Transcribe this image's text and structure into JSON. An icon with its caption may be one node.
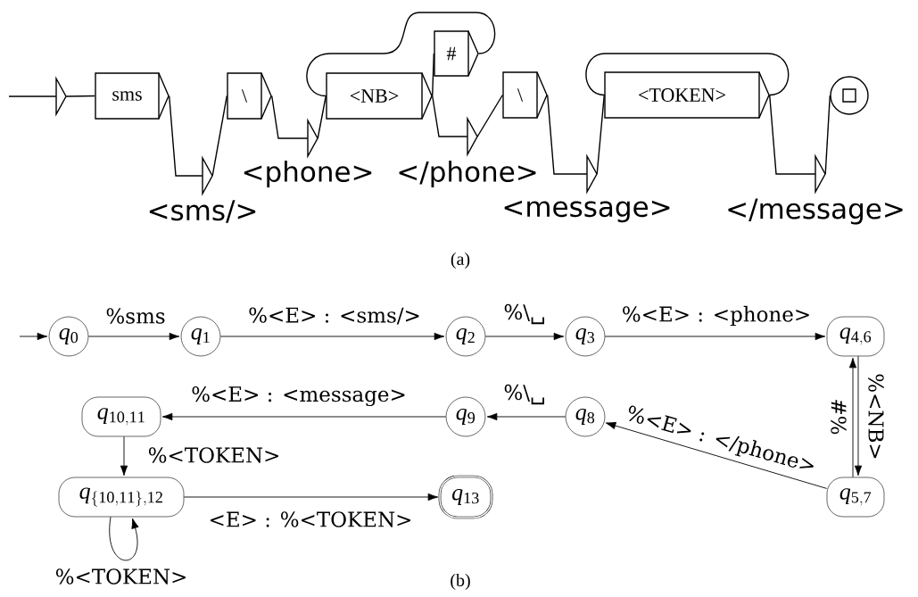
{
  "diagram": {
    "nodes": [
      {
        "text": [],
        "shape": "triangle"
      },
      {
        "text": [
          "sms"
        ]
      },
      {
        "text": [
          "<sms/>"
        ]
      },
      {
        "text": [
          "\\"
        ]
      },
      {
        "text": [
          "<phone>"
        ]
      },
      {
        "text": [
          "<NB>"
        ]
      },
      {
        "text": [
          "#"
        ]
      },
      {
        "text": [
          "</phone>"
        ]
      },
      {
        "text": [
          "\\"
        ]
      },
      {
        "text": [
          "<message>"
        ]
      },
      {
        "text": [
          "<TOKEN>"
        ]
      },
      {
        "text": [
          "</message>"
        ]
      },
      {
        "text": [],
        "shape": "circle"
      },
      {
        "text": [
          "q_{0}"
        ]
      },
      {
        "text": [
          "q_{1}"
        ]
      },
      {
        "text": [
          "q_{2}"
        ]
      },
      {
        "text": [
          "q_{3}"
        ]
      },
      {
        "text": [
          "q_{4,6}"
        ]
      },
      {
        "text": [
          "q_{10,11}"
        ]
      },
      {
        "text": [
          "q_{9}"
        ]
      },
      {
        "text": [
          "q_{8}"
        ]
      },
      {
        "text": [
          "q_{\\{10,11\\},12}"
        ]
      },
      {
        "text": [
          "q_{13}"
        ]
      },
      {
        "text": [
          "q_{5,7}"
        ]
      }
    ],
    "edges": [
      {
        "from": null,
        "to": 0,
        "arrow": "none"
      },
      {
        "from": 0,
        "to": 1,
        "arrow": "none"
      },
      {
        "from": 1,
        "to": 2,
        "arrow": "none"
      },
      {
        "from": 2,
        "to": 3,
        "arrow": "none"
      },
      {
        "from": 3,
        "to": 4,
        "arrow": "none"
      },
      {
        "from": 4,
        "to": 5,
        "arrow": "none"
      },
      {
        "from": 5,
        "to": 6,
        "arrow": "none"
      },
      {
        "from": 5,
        "to": 7,
        "arrow": "none"
      },
      {
        "from": 6,
        "to": 5,
        "arrow": "none"
      },
      {
        "from": 7,
        "to": 8,
        "arrow": "none"
      },
      {
        "from": 8,
        "to": 9,
        "arrow": "none"
      },
      {
        "from": 9,
        "to": 10,
        "arrow": "none"
      },
      {
        "from": 10,
        "to": 10,
        "arrow": "none"
      },
      {
        "from": 10,
        "to": 11,
        "arrow": "none"
      },
      {
        "from": 11,
        "to": 12,
        "arrow": "none"
      },
      {
        "from": null,
        "to": 13,
        "arrow": "to"
      },
      {
        "from": 13,
        "to": 14,
        "arrow": "to",
        "label": "%sms"
      },
      {
        "from": 14,
        "to": 15,
        "arrow": "to",
        "label": "%<E> : <sms/>"
      },
      {
        "from": 15,
        "to": 16,
        "arrow": "to",
        "label": "%\\␣"
      },
      {
        "from": 16,
        "to": 17,
        "arrow": "to",
        "label": "%<E> : <phone>"
      },
      {
        "from": 17,
        "to": 23,
        "arrow": "to",
        "label": "%<NB>"
      },
      {
        "from": 23,
        "to": 17,
        "arrow": "to",
        "label": "%#"
      },
      {
        "from": 23,
        "to": 20,
        "arrow": "to",
        "label": "%<E> : </phone>"
      },
      {
        "from": 20,
        "to": 19,
        "arrow": "to",
        "label": "%\\␣"
      },
      {
        "from": 19,
        "to": 18,
        "arrow": "to",
        "label": "%<E> : <message>"
      },
      {
        "from": 18,
        "to": 21,
        "arrow": "to",
        "label": "%<TOKEN>"
      },
      {
        "from": 21,
        "to": 22,
        "arrow": "to",
        "label": "<E> : %<TOKEN>"
      },
      {
        "from": 21,
        "to": 21,
        "arrow": "to",
        "label": "%<TOKEN>"
      }
    ],
    "labels": [
      "(a)",
      "(b)"
    ]
  }
}
